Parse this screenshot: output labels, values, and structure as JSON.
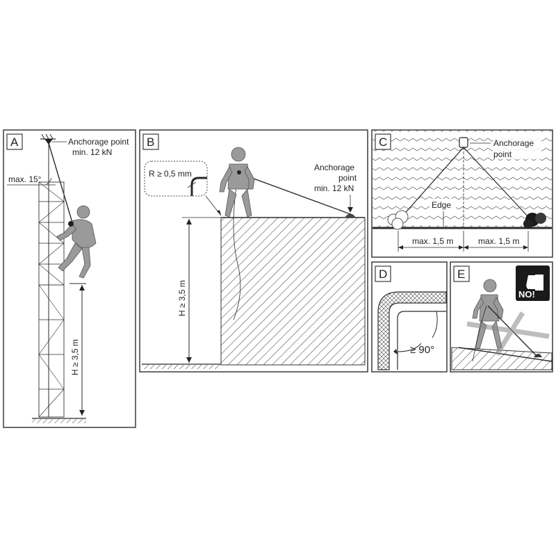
{
  "panels": {
    "A": {
      "letter": "A",
      "anchor_label": "Anchorage point",
      "anchor_load": "min. 12 kN",
      "angle_label": "max. 15°",
      "height_label": "H ≥ 3,5 m"
    },
    "B": {
      "letter": "B",
      "radius_label": "R ≥ 0,5 mm",
      "anchor_line1": "Anchorage",
      "anchor_line2": "point",
      "anchor_load": "min. 12 kN",
      "height_label": "H ≥ 3,5 m"
    },
    "C": {
      "letter": "C",
      "anchor_line1": "Anchorage",
      "anchor_line2": "point",
      "edge_label": "Edge",
      "left_dist": "max. 1,5 m",
      "right_dist": "max. 1,5 m"
    },
    "D": {
      "letter": "D",
      "angle_label": "≥ 90°"
    },
    "E": {
      "letter": "E",
      "badge_text": "NO!"
    }
  },
  "colors": {
    "ink": "#2a2a2a",
    "figure": "#9a9a9a",
    "badge_bg": "#1a1a1a"
  }
}
